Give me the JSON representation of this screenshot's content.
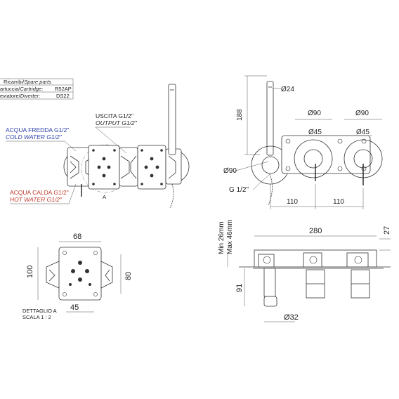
{
  "spare_table": {
    "row1_label": "Ricambi/",
    "row1_label_it": "Spare parts",
    "row2_label": "artuccia/",
    "row2_label_it": "Cartridge:",
    "row2_value": "R52AP",
    "row3_label": "eviatore/",
    "row3_label_it": "Diverter:",
    "row3_value": "DS22"
  },
  "labels": {
    "outlet_it": "USCITA G1/2\"",
    "outlet_en": "OUTPUT G1/2\"",
    "cold_it": "ACQUA FREDDA G1/2\"",
    "cold_en": "COLD WATER G1/2\"",
    "hot_it": "ACQUA CALDA G1/2\"",
    "hot_en": "HOT WATER G1/2\"",
    "section_a": "A",
    "detail_title": "DETTAGLIO A",
    "detail_scale": "SCALA 1 : 2",
    "g_half": "G 1/2\""
  },
  "colors": {
    "cold": "#2a3ea8",
    "hot": "#c0392b",
    "line": "#333333"
  },
  "dimensions": {
    "d24": "24",
    "d188": "188",
    "d90_left": "90",
    "d90_right": "90",
    "d45_left": "45",
    "d45_right": "45",
    "d90_holder": "90",
    "d110_left": "110",
    "d110_right": "110",
    "d68": "68",
    "d100": "100",
    "d80": "80",
    "d45_detail": "45",
    "d280": "280",
    "d27": "27",
    "min_depth": "Min 26mm",
    "max_depth": "Max 46mm",
    "d91": "91",
    "d32": "32",
    "diameter_symbol": "Ø"
  }
}
